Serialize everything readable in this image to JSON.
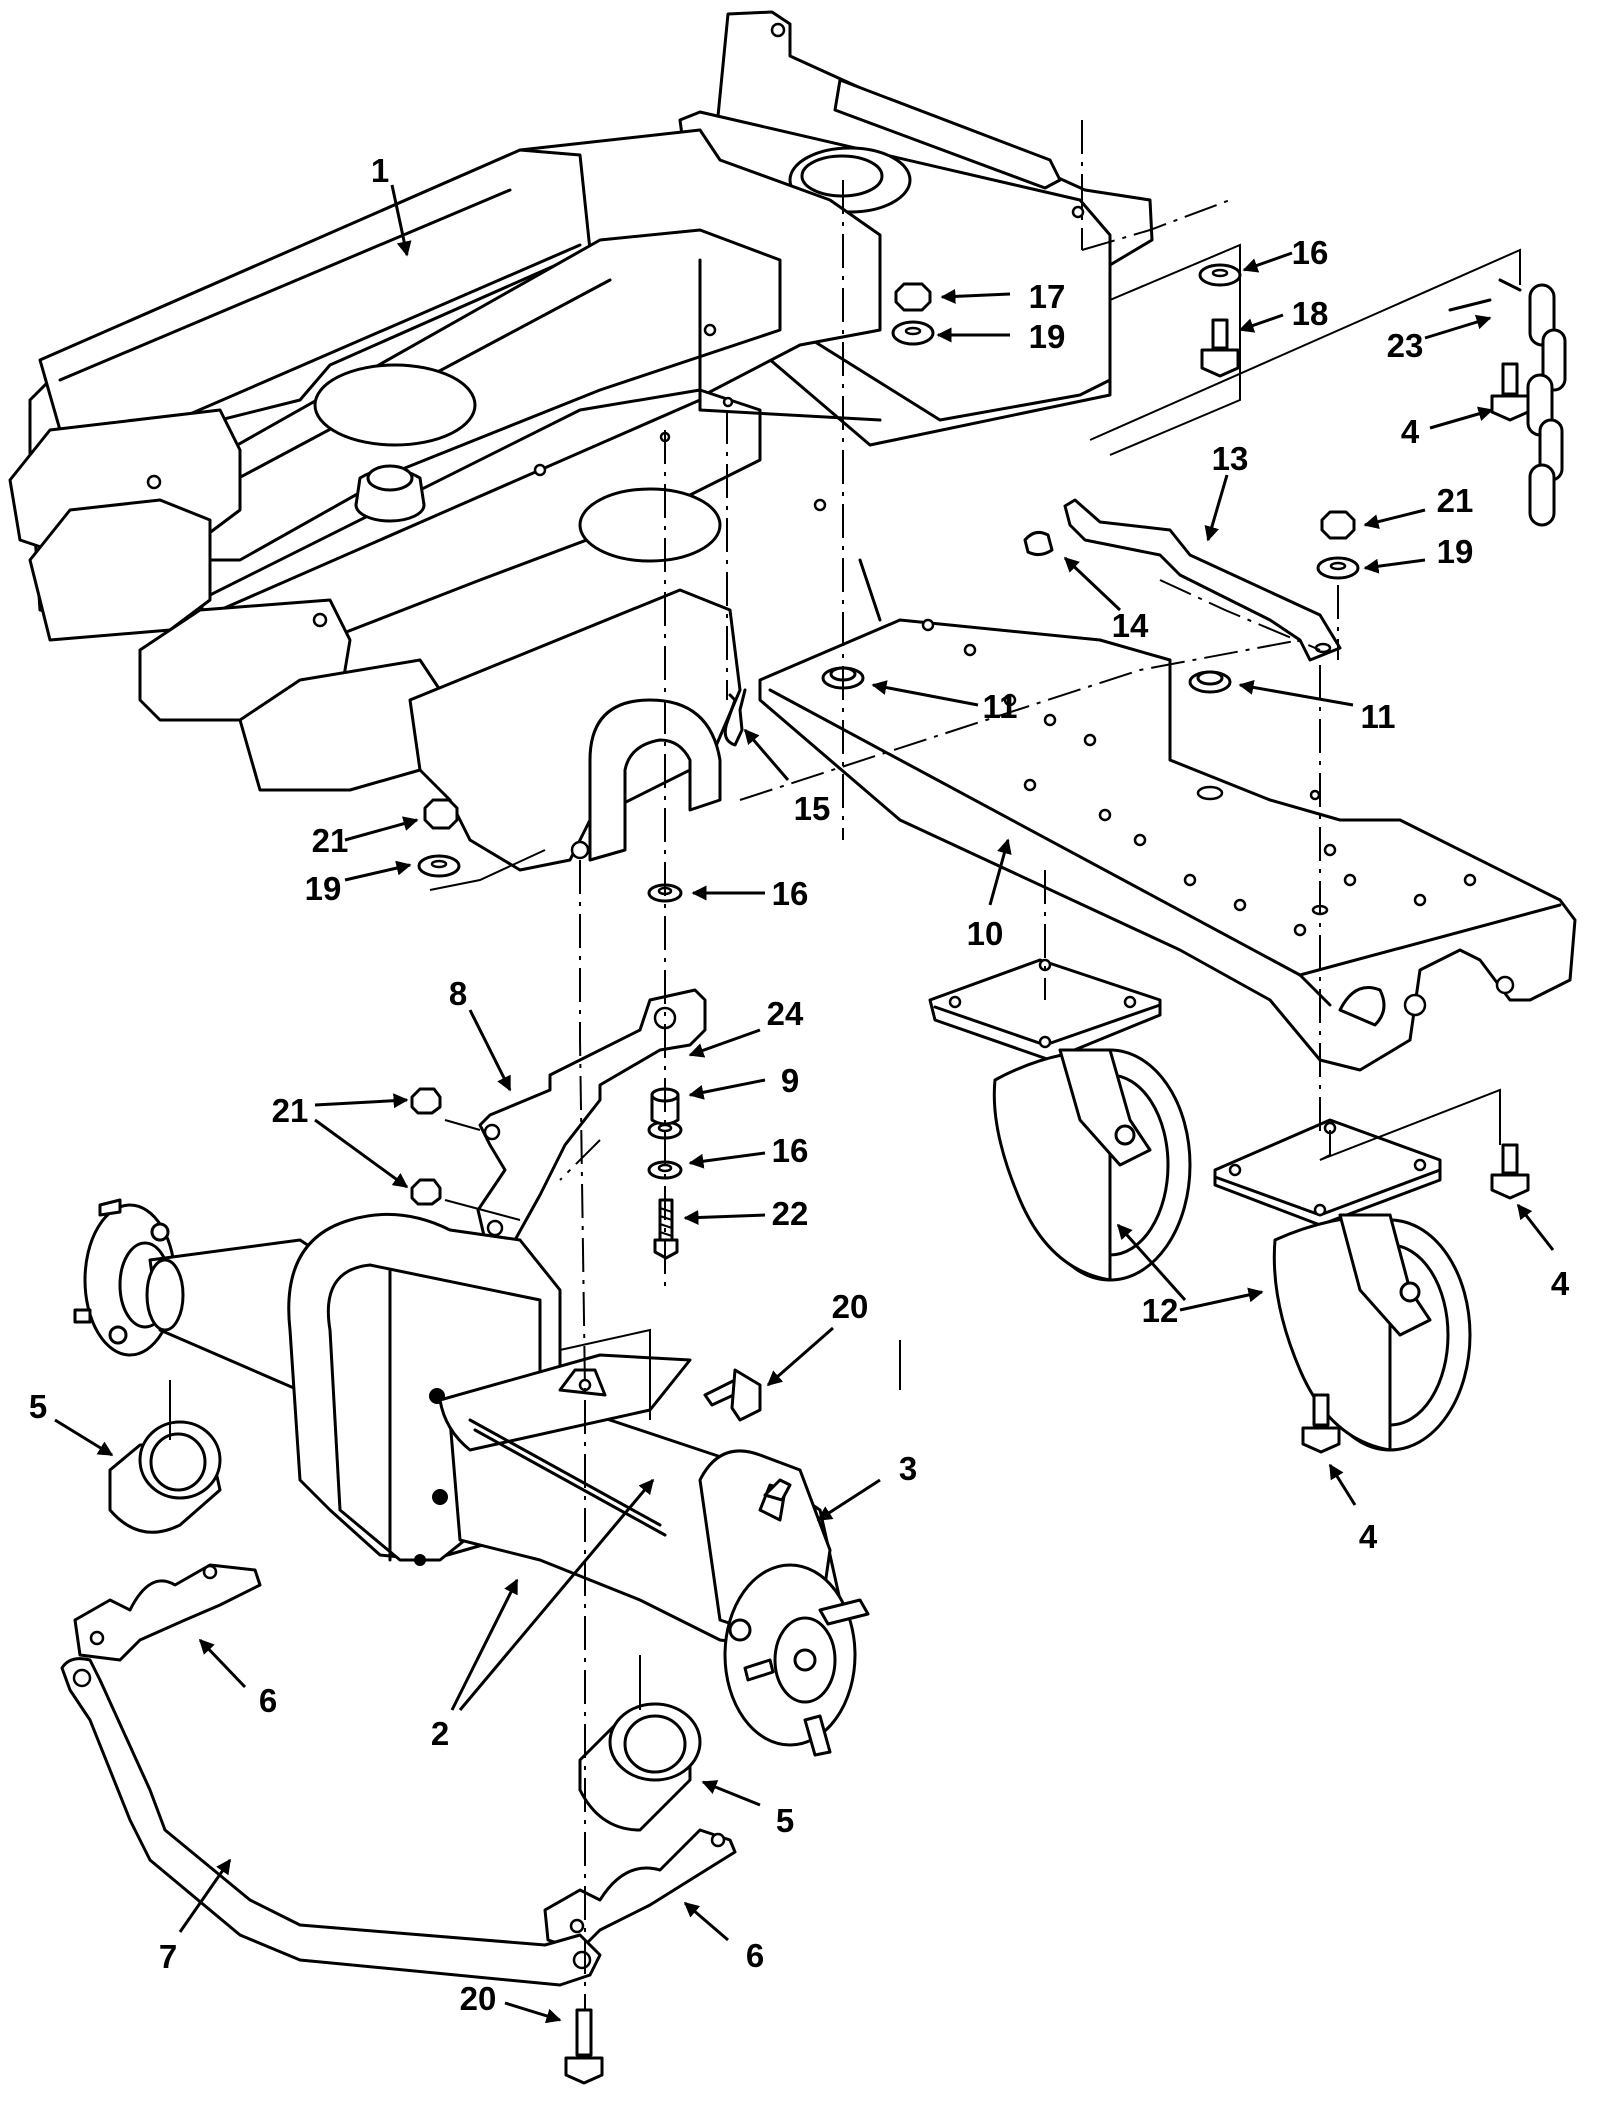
{
  "diagram": {
    "ink_color": "#000000",
    "background_color": "#ffffff",
    "callouts": [
      {
        "id": "c1",
        "label": "1"
      },
      {
        "id": "c16a",
        "label": "16"
      },
      {
        "id": "c17",
        "label": "17"
      },
      {
        "id": "c18",
        "label": "18"
      },
      {
        "id": "c19a",
        "label": "19"
      },
      {
        "id": "c23",
        "label": "23"
      },
      {
        "id": "c4a",
        "label": "4"
      },
      {
        "id": "c13",
        "label": "13"
      },
      {
        "id": "c21a",
        "label": "21"
      },
      {
        "id": "c19b",
        "label": "19"
      },
      {
        "id": "c14",
        "label": "14"
      },
      {
        "id": "c11a",
        "label": "11"
      },
      {
        "id": "c11b",
        "label": "11"
      },
      {
        "id": "c15",
        "label": "15"
      },
      {
        "id": "c21b",
        "label": "21"
      },
      {
        "id": "c19c",
        "label": "19"
      },
      {
        "id": "c16b",
        "label": "16"
      },
      {
        "id": "c10",
        "label": "10"
      },
      {
        "id": "c8",
        "label": "8"
      },
      {
        "id": "c24",
        "label": "24"
      },
      {
        "id": "c9",
        "label": "9"
      },
      {
        "id": "c21c",
        "label": "21"
      },
      {
        "id": "c16c",
        "label": "16"
      },
      {
        "id": "c22",
        "label": "22"
      },
      {
        "id": "c12",
        "label": "12"
      },
      {
        "id": "c4b",
        "label": "4"
      },
      {
        "id": "c20a",
        "label": "20"
      },
      {
        "id": "c5a",
        "label": "5"
      },
      {
        "id": "c3",
        "label": "3"
      },
      {
        "id": "c4c",
        "label": "4"
      },
      {
        "id": "c6a",
        "label": "6"
      },
      {
        "id": "c2",
        "label": "2"
      },
      {
        "id": "c5b",
        "label": "5"
      },
      {
        "id": "c7",
        "label": "7"
      },
      {
        "id": "c6b",
        "label": "6"
      },
      {
        "id": "c20b",
        "label": "20"
      }
    ]
  }
}
